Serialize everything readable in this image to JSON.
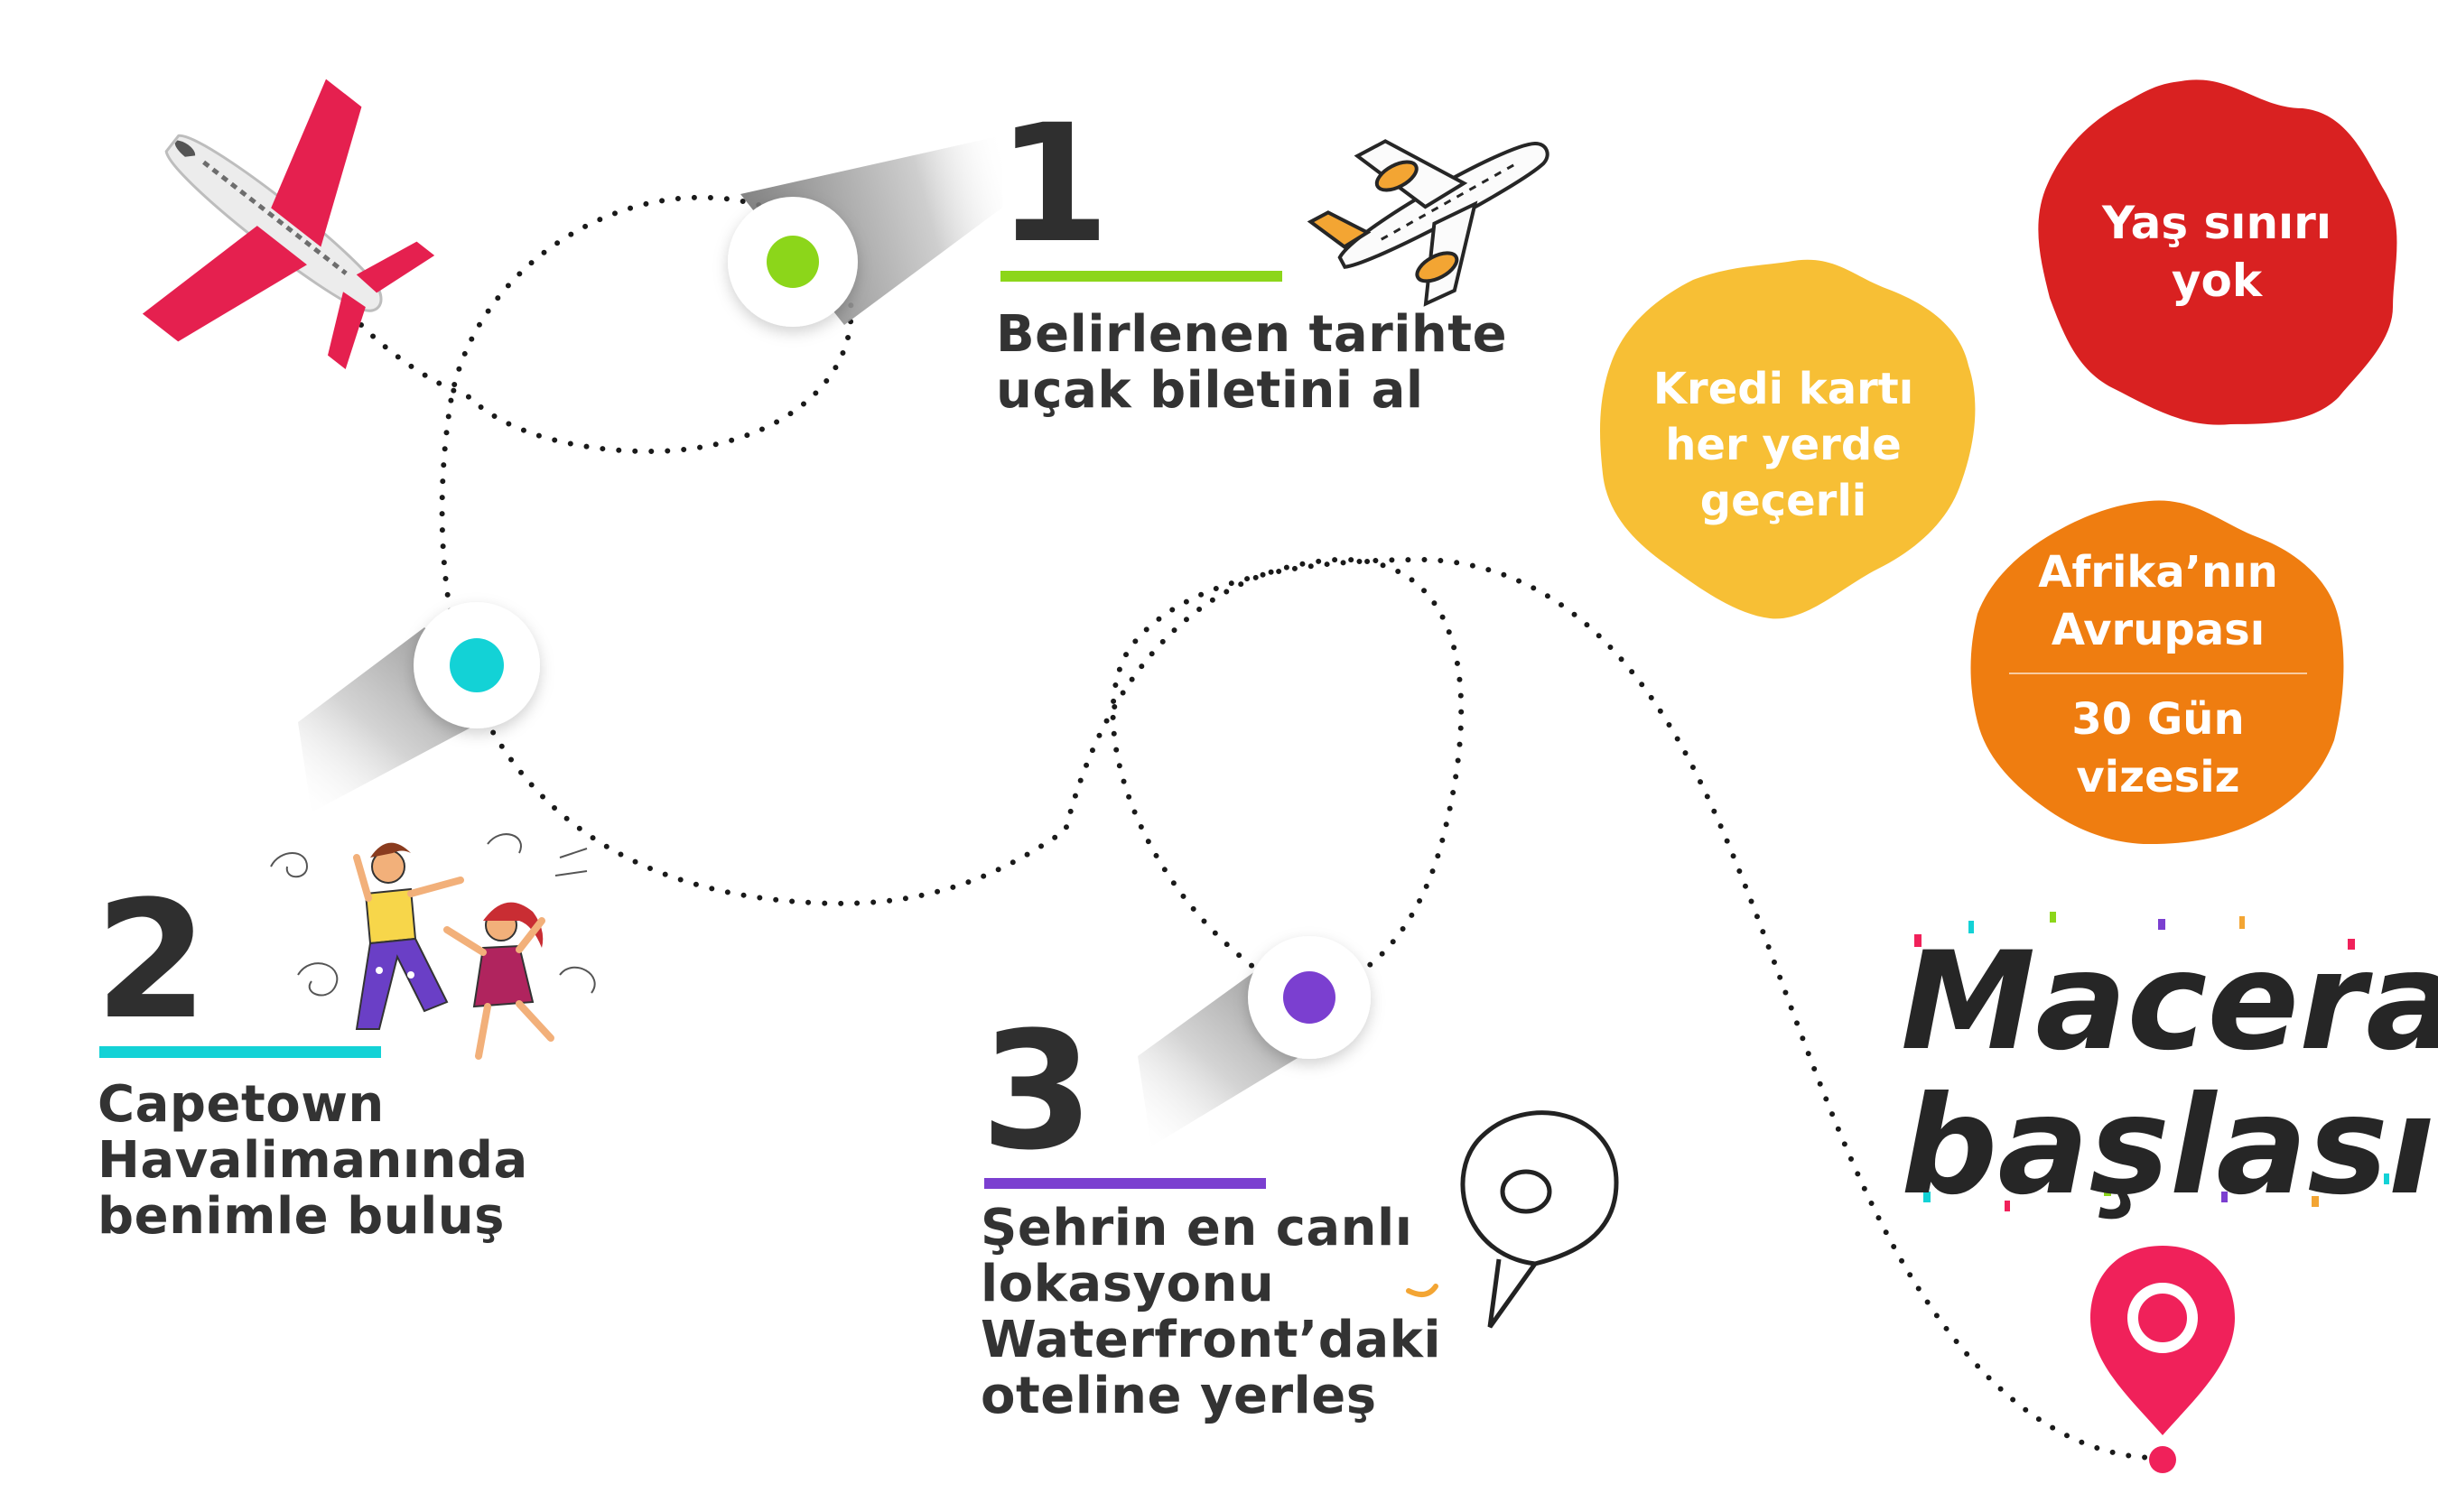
{
  "steps": [
    {
      "number": "1",
      "lines": [
        "Belirlenen tarihte",
        "uçak biletini al"
      ],
      "accent": "#8cd61a"
    },
    {
      "number": "2",
      "lines": [
        "Capetown",
        "Havalimanında",
        "benimle buluş"
      ],
      "accent": "#13d2d6"
    },
    {
      "number": "3",
      "lines": [
        "Şehrin en canlı",
        "lokasyonu",
        "Waterfront’daki",
        "oteline yerleş"
      ],
      "accent": "#7b3fd0"
    }
  ],
  "badges": {
    "age": {
      "lines": [
        "Yaş sınırı",
        "yok"
      ],
      "color": "#d92121"
    },
    "card": {
      "lines": [
        "Kredi kartı",
        "her yerde",
        "geçerli"
      ],
      "color": "#f7bf35"
    },
    "visa": {
      "top_lines": [
        "Afrika’nın",
        "Avrupası"
      ],
      "bottom_lines": [
        "30 Gün",
        "vizesiz"
      ],
      "color": "#ef7d10"
    }
  },
  "slogan": {
    "lines": [
      "Macera",
      "başlasın"
    ]
  },
  "colors": {
    "pin": "#f0215a",
    "plane": "#e5204f",
    "text": "#333333"
  },
  "icons": [
    "airplane-icon",
    "small-airplane-icon",
    "dancing-women-illustration",
    "speech-bubble-icon",
    "location-pin-icon",
    "confetti-decoration"
  ]
}
